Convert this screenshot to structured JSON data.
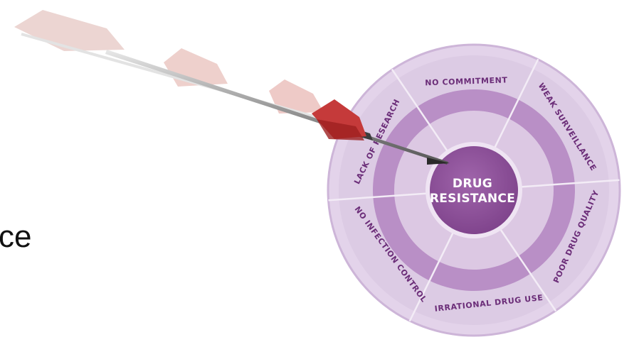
{
  "side_text": "ce",
  "target": {
    "center_lines": [
      "DRUG",
      "RESISTANCE"
    ],
    "segments": [
      "NO COMMITMENT",
      "WEAK SURVEILLANCE",
      "POOR DRUG QUALITY",
      "IRRATIONAL DRUG USE",
      "NO INFECTION CONTROL",
      "LACK OF RESEARCH"
    ]
  },
  "colors": {
    "outer_ring": "#dccbe4",
    "mid_ring": "#b98fc6",
    "inner_ring": "#dcc8e3",
    "bull": "#8b4f96",
    "label": "#6b2d78",
    "dart_flight": "#c53a3a"
  },
  "icons": {
    "dart": "dart-icon"
  }
}
